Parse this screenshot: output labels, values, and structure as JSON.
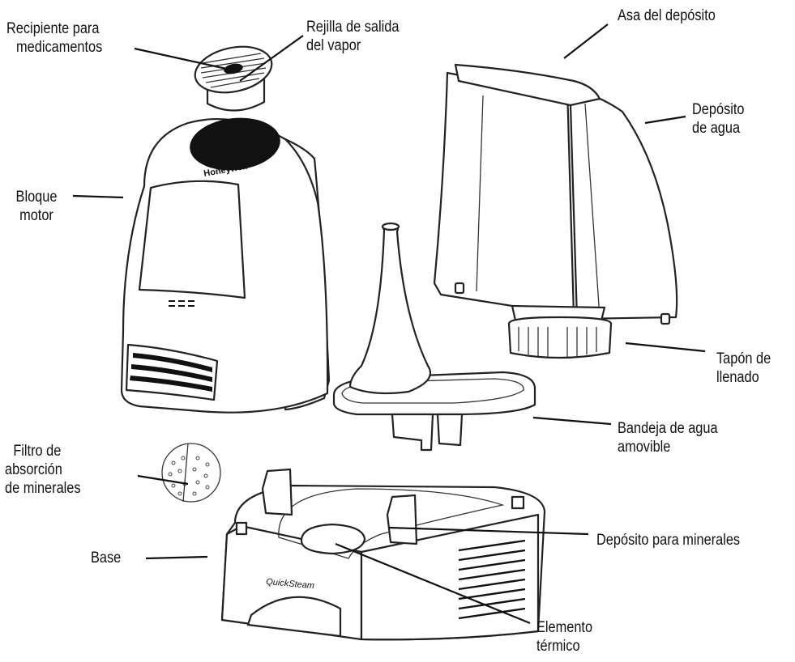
{
  "diagram": {
    "labels": [
      {
        "id": "recipiente",
        "lines": [
          "Recipiente para",
          "medicamentos"
        ]
      },
      {
        "id": "rejilla",
        "lines": [
          "Rejilla de salida",
          "del vapor"
        ]
      },
      {
        "id": "asa",
        "lines": [
          "Asa del depósito"
        ]
      },
      {
        "id": "deposito-agua",
        "lines": [
          "Depósito",
          "de agua"
        ]
      },
      {
        "id": "bloque",
        "lines": [
          "Bloque",
          "motor"
        ]
      },
      {
        "id": "tapon",
        "lines": [
          "Tapón de",
          "llenado"
        ]
      },
      {
        "id": "bandeja",
        "lines": [
          "Bandeja de agua",
          "amovible"
        ]
      },
      {
        "id": "filtro",
        "lines": [
          "Filtro de",
          "absorción",
          "de minerales"
        ]
      },
      {
        "id": "deposito-minerales",
        "lines": [
          "Depósito para minerales"
        ]
      },
      {
        "id": "base",
        "lines": [
          "Base"
        ]
      },
      {
        "id": "elemento",
        "lines": [
          "Elemento",
          "térmico"
        ]
      }
    ],
    "brand_logo": "Honeywell",
    "base_logo": "QuickSteam"
  }
}
